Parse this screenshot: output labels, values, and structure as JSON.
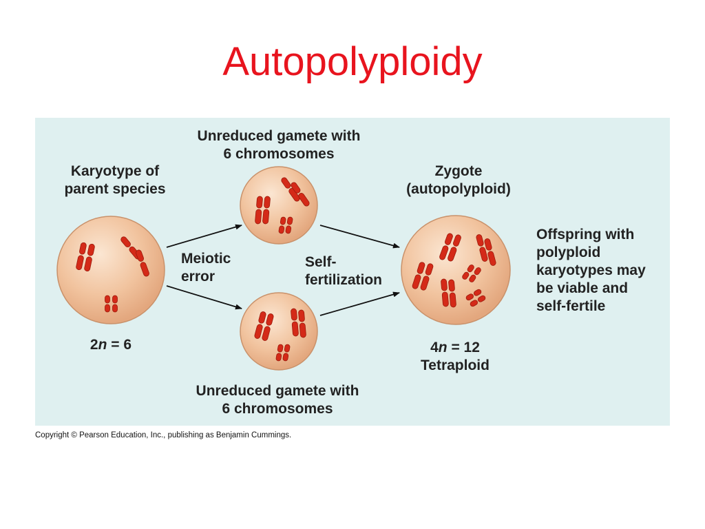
{
  "title": "Autopolyploidy",
  "labels": {
    "parent_line1": "Karyotype of",
    "parent_line2": "parent species",
    "gamete_top_line1": "Unreduced gamete with",
    "gamete_top_line2": "6 chromosomes",
    "gamete_bottom_line1": "Unreduced gamete with",
    "gamete_bottom_line2": "6 chromosomes",
    "meiotic_line1": "Meiotic",
    "meiotic_line2": "error",
    "selffert_line1": "Self-",
    "selffert_line2": "fertilization",
    "zygote_line1": "Zygote",
    "zygote_line2": "(autopolyploid)",
    "offspring_line1": "Offspring with",
    "offspring_line2": "polyploid",
    "offspring_line3": "karyotypes may",
    "offspring_line4": "be viable and",
    "offspring_line5": "self-fertile",
    "parent_ploidy_num": "2",
    "parent_ploidy_var": "n",
    "parent_ploidy_rest": " = 6",
    "zygote_ploidy_num": "4",
    "zygote_ploidy_var": "n",
    "zygote_ploidy_rest": " = 12",
    "zygote_ploidy_word": "Tetraploid"
  },
  "copyright": "Copyright © Pearson Education, Inc., publishing as Benjamin Cummings.",
  "colors": {
    "title": "#e8141e",
    "panel": "#dff0f0",
    "cell_fill": "#f3c7a2",
    "chromosome": "#d42a18"
  }
}
